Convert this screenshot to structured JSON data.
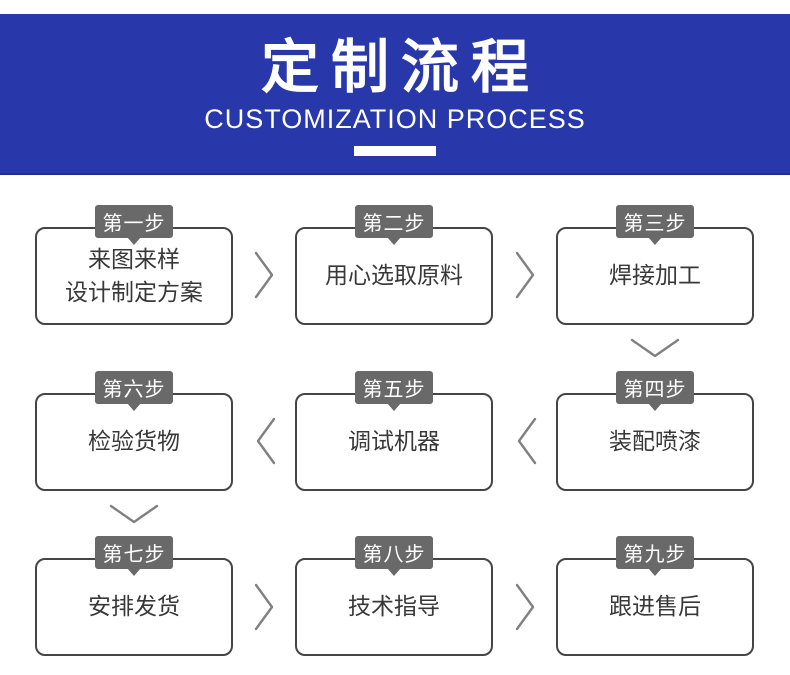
{
  "header": {
    "title": "定制流程",
    "subtitle": "CUSTOMIZATION PROCESS"
  },
  "steps": [
    {
      "tab": "第一步",
      "title": "来图来样\n设计制定方案"
    },
    {
      "tab": "第二步",
      "title": "用心选取原料"
    },
    {
      "tab": "第三步",
      "title": "焊接加工"
    },
    {
      "tab": "第四步",
      "title": "装配喷漆"
    },
    {
      "tab": "第五步",
      "title": "调试机器"
    },
    {
      "tab": "第六步",
      "title": "检验货物"
    },
    {
      "tab": "第七步",
      "title": "安排发货"
    },
    {
      "tab": "第八步",
      "title": "技术指导"
    },
    {
      "tab": "第九步",
      "title": "跟进售后"
    }
  ],
  "flow_order_by_row": [
    [
      "第一步",
      "第二步",
      "第三步"
    ],
    [
      "第六步",
      "第五步",
      "第四步"
    ],
    [
      "第七步",
      "第八步",
      "第九步"
    ]
  ],
  "icons": {
    "right_arrow": "chevron-right-icon",
    "left_arrow": "chevron-left-icon",
    "down_arrow": "chevron-down-icon"
  },
  "colors": {
    "banner_background": "#2838aa",
    "banner_text": "#ffffff",
    "tab_background": "#696969",
    "tab_text": "#ffffff",
    "box_border": "#454545",
    "box_background": "#ffffff",
    "step_text": "#383838",
    "arrow": "#808080"
  }
}
